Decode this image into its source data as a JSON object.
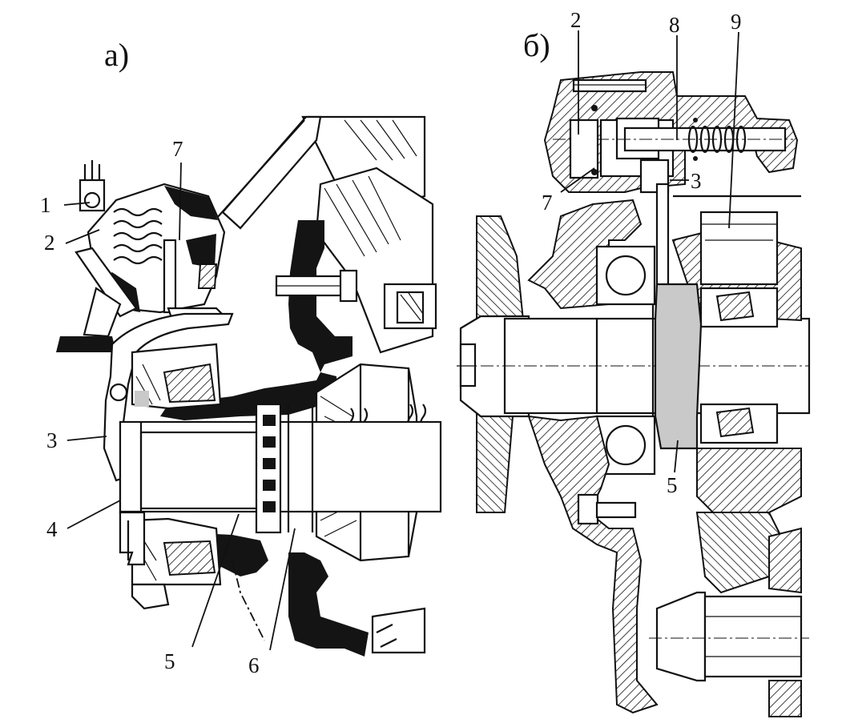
{
  "panels": {
    "a": {
      "label": "а)"
    },
    "b": {
      "label": "б)"
    }
  },
  "callouts_a": [
    "1",
    "2",
    "7",
    "3",
    "4",
    "5",
    "6"
  ],
  "callouts_b": [
    "2",
    "8",
    "9",
    "3",
    "7",
    "5"
  ],
  "palette": {
    "ink": "#141414",
    "paper": "#ffffff",
    "grey": "#8c8c8c"
  }
}
